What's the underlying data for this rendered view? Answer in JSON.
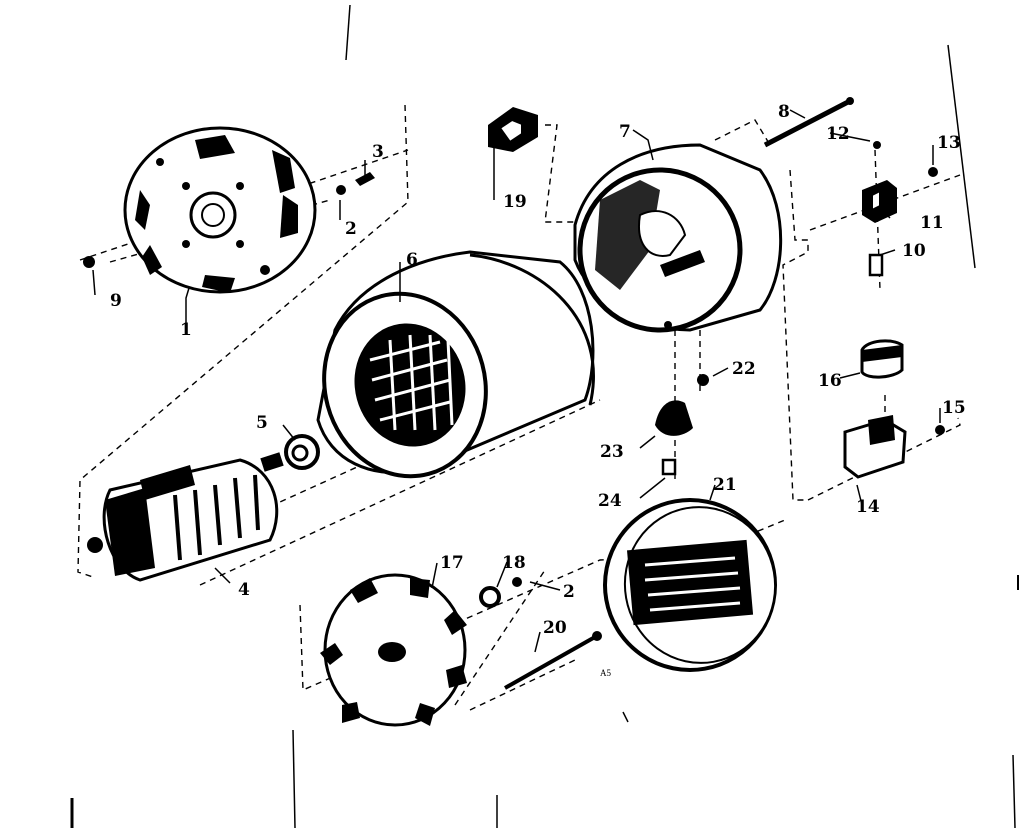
{
  "diagram": {
    "stamp": "A5",
    "callouts": {
      "p1": "1",
      "p2a": "2",
      "p2b": "2",
      "p3": "3",
      "p4": "4",
      "p5": "5",
      "p6": "6",
      "p7": "7",
      "p8": "8",
      "p9": "9",
      "p10": "10",
      "p11": "11",
      "p12": "12",
      "p13": "13",
      "p14": "14",
      "p15": "15",
      "p16": "16",
      "p17": "17",
      "p18": "18",
      "p19": "19",
      "p20": "20",
      "p21": "21",
      "p22": "22",
      "p23": "23",
      "p24": "24"
    }
  }
}
